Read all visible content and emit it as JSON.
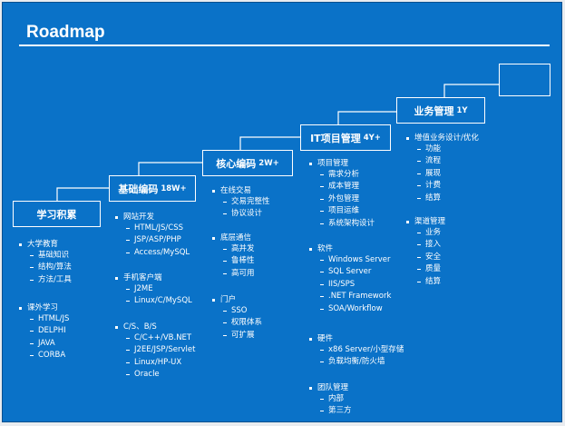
{
  "title": "Roadmap",
  "stages": [
    {
      "name": "学习积累",
      "salary": ""
    },
    {
      "name": "基础编码",
      "salary": "18W+"
    },
    {
      "name": "核心编码",
      "salary": "2W+"
    },
    {
      "name": "IT项目管理",
      "salary": "4Y+"
    },
    {
      "name": "业务管理",
      "salary": "1Y"
    },
    {
      "name": "",
      "salary": ""
    }
  ],
  "columns": [
    {
      "groups": [
        {
          "title": "大学教育",
          "items": [
            "基础知识",
            "结构/算法",
            "方法/工具"
          ]
        },
        {
          "title": "课外学习",
          "items": [
            "HTML/JS",
            "DELPHI",
            "JAVA",
            "CORBA"
          ]
        }
      ]
    },
    {
      "groups": [
        {
          "title": "网站开发",
          "items": [
            "HTML/JS/CSS",
            "JSP/ASP/PHP",
            "Access/MySQL"
          ]
        },
        {
          "title": "手机客户端",
          "items": [
            "J2ME",
            "Linux/C/MySQL"
          ]
        },
        {
          "title": "C/S、B/S",
          "items": [
            "C/C++/VB.NET",
            "J2EE/JSP/Servlet",
            "Linux/HP-UX",
            "Oracle"
          ]
        }
      ]
    },
    {
      "groups": [
        {
          "title": "在线交易",
          "items": [
            "交易完整性",
            "协议设计"
          ]
        },
        {
          "title": "底层通信",
          "items": [
            "高并发",
            "鲁棒性",
            "高可用"
          ]
        },
        {
          "title": "门户",
          "items": [
            "SSO",
            "权限体系",
            "可扩展"
          ]
        }
      ]
    },
    {
      "groups": [
        {
          "title": "项目管理",
          "items": [
            "需求分析",
            "成本管理",
            "外包管理",
            "项目运维",
            "系统架构设计"
          ]
        },
        {
          "title": "软件",
          "items": [
            "Windows Server",
            "SQL Server",
            "IIS/SPS",
            ".NET Framework",
            "SOA/Workflow"
          ]
        },
        {
          "title": "硬件",
          "items": [
            "x86 Server/小型存储",
            "负载均衡/防火墙"
          ]
        },
        {
          "title": "团队管理",
          "items": [
            "内部",
            "第三方"
          ]
        }
      ]
    },
    {
      "groups": [
        {
          "title": "增值业务设计/优化",
          "items": [
            "功能",
            "流程",
            "展现",
            "计费",
            "结算"
          ]
        },
        {
          "title": "渠道管理",
          "items": [
            "业务",
            "接入",
            "安全",
            "质量",
            "结算"
          ]
        }
      ]
    }
  ]
}
